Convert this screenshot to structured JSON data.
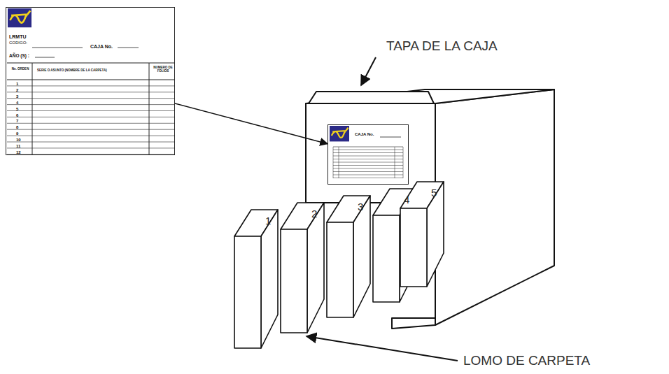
{
  "diagram": {
    "nodes": [
      {
        "text": [
          "LRMTU",
          "CODIGO:",
          "CAJA No.",
          "AÑO (S) :",
          "No. ORDEN",
          "SERIE O ASUNTO (NOMBRE DE LA CARPETA)",
          "NUMERO DE FOLIOS",
          "1",
          "2",
          "3",
          "4",
          "5",
          "6",
          "7",
          "8",
          "9",
          "10",
          "11",
          "12"
        ]
      },
      {
        "text": [
          "CAJA No."
        ]
      }
    ],
    "edges": [
      {
        "from": 0,
        "to": 1,
        "arrow": "to"
      }
    ],
    "labels": [
      "TAPA DE LA CAJA",
      "LOMO DE CARPETA",
      "1",
      "2",
      "3",
      "4",
      "5"
    ]
  }
}
